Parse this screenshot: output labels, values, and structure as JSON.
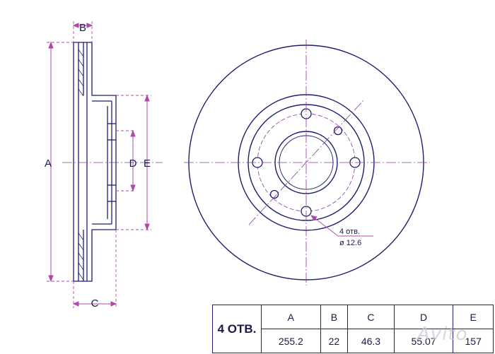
{
  "labels": {
    "a": "A",
    "b": "B",
    "c": "C",
    "d": "D",
    "e": "E",
    "holes_count": "4 отв.",
    "holes_diameter": "ø 12.6"
  },
  "table": {
    "holes": "4 ОТВ.",
    "headers": [
      "A",
      "B",
      "C",
      "D",
      "E"
    ],
    "values": [
      "255.2",
      "22",
      "46.3",
      "55.07",
      "157"
    ]
  },
  "watermark": "Avito",
  "colors": {
    "line": "#1e1e6e",
    "dimension": "#b04aa8",
    "centerline": "#8a3aa0"
  }
}
